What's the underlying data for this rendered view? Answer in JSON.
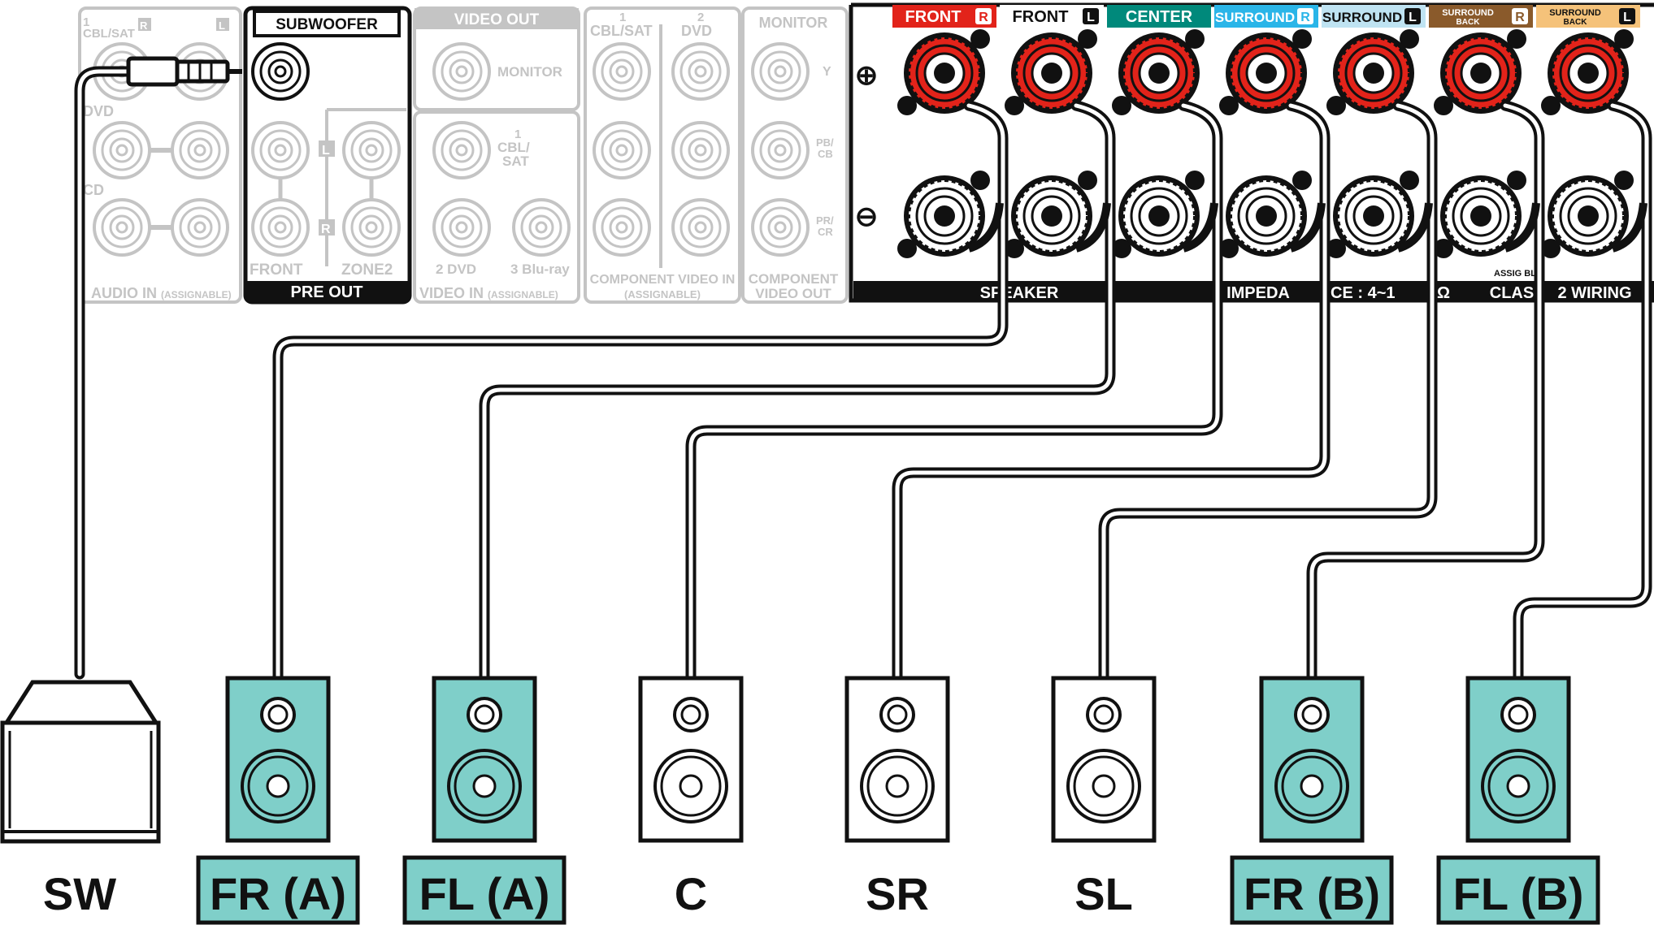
{
  "colors": {
    "teal": "#7fcfc9",
    "red": "#e2231a",
    "front_r": "#e2231a",
    "center": "#00897b",
    "surround_r": "#2ab5e8",
    "surround_l": "#bfe3f2",
    "surround_back": "#8a5a2b",
    "surround_back_l": "#f5c27a",
    "ghost": "#c4c4c4",
    "ink": "#111111"
  },
  "rear_panel": {
    "audio_in": {
      "num1": "1",
      "lbl1": "CBL/SAT",
      "lbl2": "DVD",
      "lbl3": "CD",
      "r_badge": "R",
      "l_badge": "L",
      "footer": "AUDIO IN",
      "footer_small": "(ASSIGNABLE)"
    },
    "pre_out": {
      "subwoofer_label": "SUBWOOFER",
      "l_badge": "L",
      "r_badge": "R",
      "front_label": "FRONT",
      "zone2_label": "ZONE2",
      "footer": "PRE OUT"
    },
    "video_out": {
      "header": "VIDEO OUT",
      "monitor": "MONITOR"
    },
    "video_in": {
      "num1": "1",
      "cbl": "CBL/",
      "sat": "SAT",
      "dvd": "2 DVD",
      "bluray": "3 Blu-ray",
      "footer": "VIDEO IN",
      "footer_small": "(ASSIGNABLE)"
    },
    "component_in": {
      "num1": "1",
      "num2": "2",
      "cbl_sat": "CBL/SAT",
      "dvd": "DVD",
      "footer1": "COMPONENT VIDEO IN",
      "footer2": "(ASSIGNABLE)"
    },
    "component_out": {
      "monitor": "MONITOR",
      "y": "Y",
      "pb": "PB/",
      "cb": "CB",
      "pr": "PR/",
      "cr": "CR",
      "footer1": "COMPONENT",
      "footer2": "VIDEO OUT"
    },
    "speakers": {
      "terminals": [
        {
          "label": "FRONT",
          "badge": "R",
          "style": "front_r"
        },
        {
          "label": "FRONT",
          "badge": "L",
          "style": "front_l"
        },
        {
          "label": "CENTER",
          "badge": "",
          "style": "center"
        },
        {
          "label": "SURROUND",
          "badge": "R",
          "style": "surround_r"
        },
        {
          "label": "SURROUND",
          "badge": "L",
          "style": "surround_l"
        },
        {
          "label": "SURROUND BACK",
          "badge": "R",
          "style": "surround_back"
        },
        {
          "label": "SURROUND BACK",
          "badge": "L",
          "style": "surround_back_l"
        }
      ],
      "plus_symbol": "⊕",
      "minus_symbol": "⊖",
      "footer_segments": [
        "SPEAKER",
        "IMPEDA",
        "ICE : 4~1",
        "Ω",
        "CLAS",
        "2 WIRING"
      ],
      "assignable_text": "ASSIG      BLE"
    }
  },
  "devices": [
    {
      "label": "SW",
      "type": "subwoofer",
      "highlighted": false
    },
    {
      "label": "FR (A)",
      "type": "speaker",
      "highlighted": true
    },
    {
      "label": "FL (A)",
      "type": "speaker",
      "highlighted": true
    },
    {
      "label": "C",
      "type": "speaker",
      "highlighted": false
    },
    {
      "label": "SR",
      "type": "speaker",
      "highlighted": false
    },
    {
      "label": "SL",
      "type": "speaker",
      "highlighted": false
    },
    {
      "label": "FR (B)",
      "type": "speaker",
      "highlighted": true
    },
    {
      "label": "FL (B)",
      "type": "speaker",
      "highlighted": true
    }
  ]
}
